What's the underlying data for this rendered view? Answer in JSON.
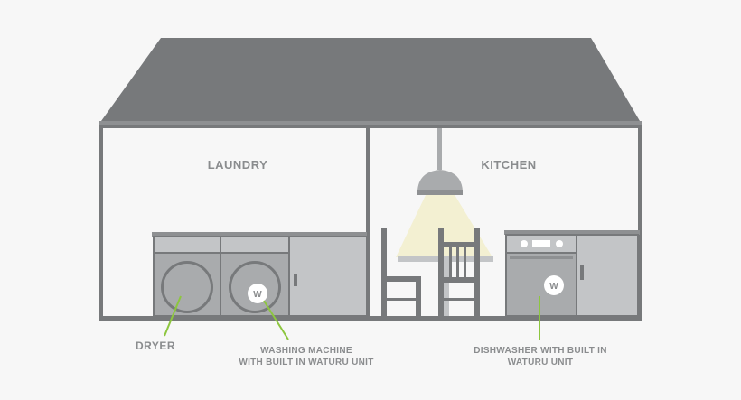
{
  "rooms": {
    "laundry": "LAUNDRY",
    "kitchen": "KITCHEN"
  },
  "callouts": {
    "dryer": "DRYER",
    "washing_machine": [
      "WASHING MACHINE",
      "WITH BUILT IN WATURU UNIT"
    ],
    "dishwasher": [
      "DISHWASHER WITH BUILT IN",
      "WATURU UNIT"
    ]
  },
  "badge_letter": "W",
  "colors": {
    "roof": "#77797b",
    "wall": "#77797b",
    "appliance": "#a9abad",
    "appliance_light": "#c3c5c7",
    "text": "#8a8c8e",
    "callout_line": "#8dc63f",
    "light_beam": "#f3f0d2",
    "background": "#f7f7f7"
  }
}
